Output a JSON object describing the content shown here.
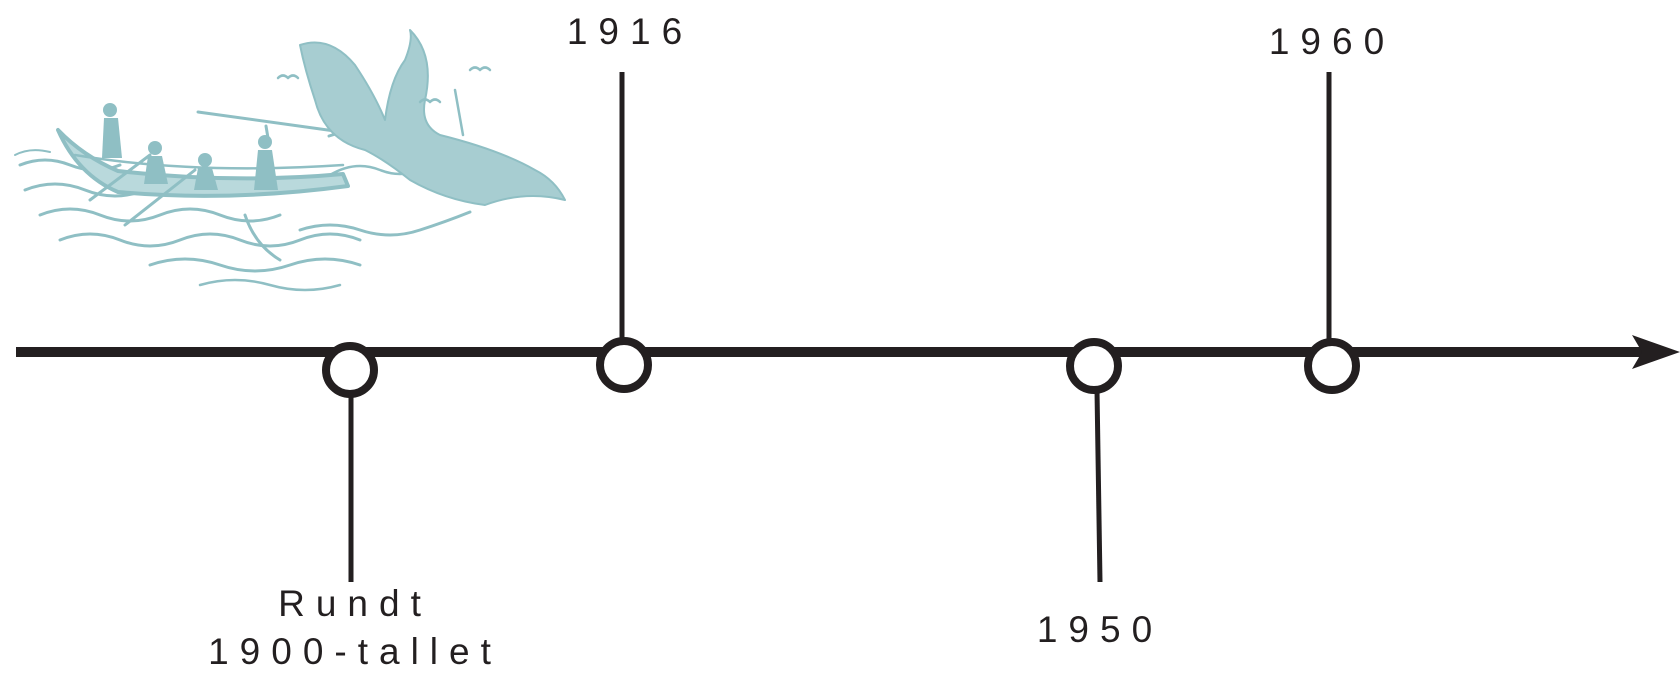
{
  "timeline": {
    "colors": {
      "line": "#231f20",
      "illustration": "#8fbfc4"
    },
    "illustration": {
      "icon": "whaling-boat-and-whale-tail-icon"
    },
    "events": [
      {
        "id": "rundt-1900",
        "lines": [
          "Rundt",
          "1900-tallet"
        ],
        "side": "below"
      },
      {
        "id": "1916",
        "lines": [
          "1916"
        ],
        "side": "above"
      },
      {
        "id": "1950",
        "lines": [
          "1950"
        ],
        "side": "below"
      },
      {
        "id": "1960",
        "lines": [
          "1960"
        ],
        "side": "above"
      }
    ]
  }
}
